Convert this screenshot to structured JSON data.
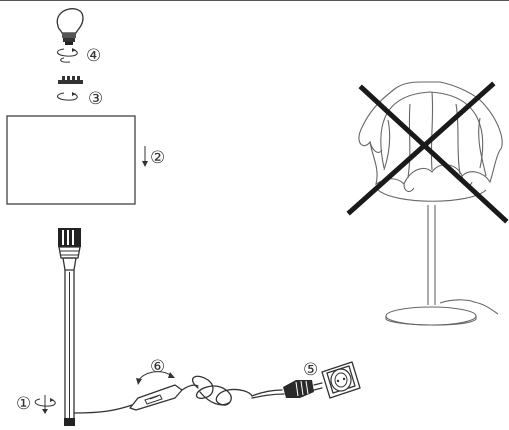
{
  "steps": {
    "step1": "①",
    "step2": "②",
    "step3": "③",
    "step4": "④",
    "step5": "⑤",
    "step6": "⑥"
  },
  "warning": {
    "meaning": "do-not-cover-lampshade",
    "cross_color": "#1a1a1a"
  },
  "colors": {
    "line": "#333333",
    "background": "#ffffff"
  }
}
